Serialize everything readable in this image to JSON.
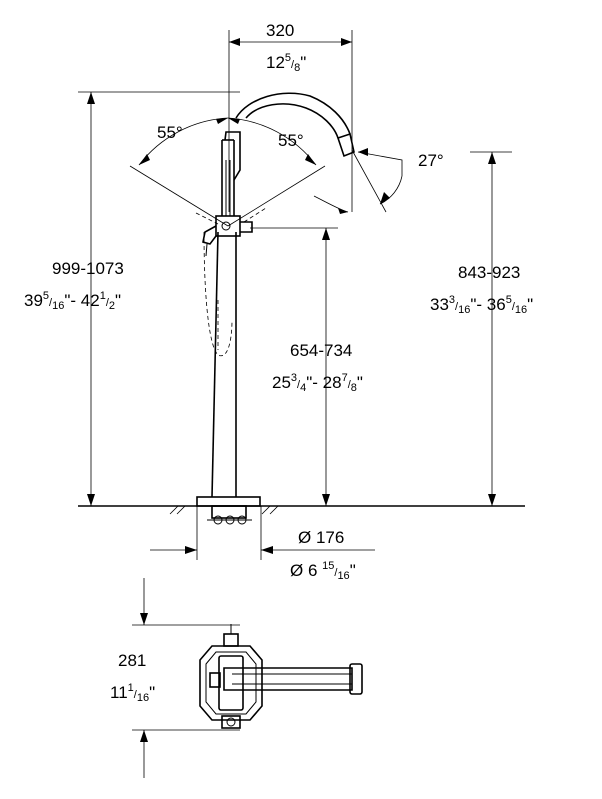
{
  "dimensions": {
    "spout_reach": {
      "metric": "320",
      "imperial_whole": "12",
      "imperial_num": "5",
      "imperial_den": "8",
      "imperial_unit": "\""
    },
    "angle_left": "55°",
    "angle_right": "55°",
    "spout_angle": "27°",
    "overall_height": {
      "metric": "999-1073",
      "imp1_whole": "39",
      "imp1_num": "5",
      "imp1_den": "16",
      "imp1_unit": "\"",
      "separator": "- ",
      "imp2_whole": "42",
      "imp2_num": "1",
      "imp2_den": "2",
      "imp2_unit": "\""
    },
    "spout_height": {
      "metric": "843-923",
      "imp1_whole": "33",
      "imp1_num": "3",
      "imp1_den": "16",
      "imp1_unit": "\"",
      "separator": "- ",
      "imp2_whole": "36",
      "imp2_num": "5",
      "imp2_den": "16",
      "imp2_unit": "\""
    },
    "handle_height": {
      "metric": "654-734",
      "imp1_whole": "25",
      "imp1_num": "3",
      "imp1_den": "4",
      "imp1_unit": "\"",
      "separator": "- ",
      "imp2_whole": "28",
      "imp2_num": "7",
      "imp2_den": "8",
      "imp2_unit": "\""
    },
    "base_diameter": {
      "metric": "Ø 176",
      "imperial_prefix": "Ø 6 ",
      "imperial_num": "15",
      "imperial_den": "16",
      "imperial_unit": "\""
    },
    "top_view_depth": {
      "metric": "281",
      "imperial_whole": "11",
      "imperial_num": "1",
      "imperial_den": "16",
      "imperial_unit": "\""
    }
  },
  "icons": {
    "faucet_side": "freestanding-faucet-side-view",
    "faucet_top": "freestanding-faucet-top-view"
  }
}
